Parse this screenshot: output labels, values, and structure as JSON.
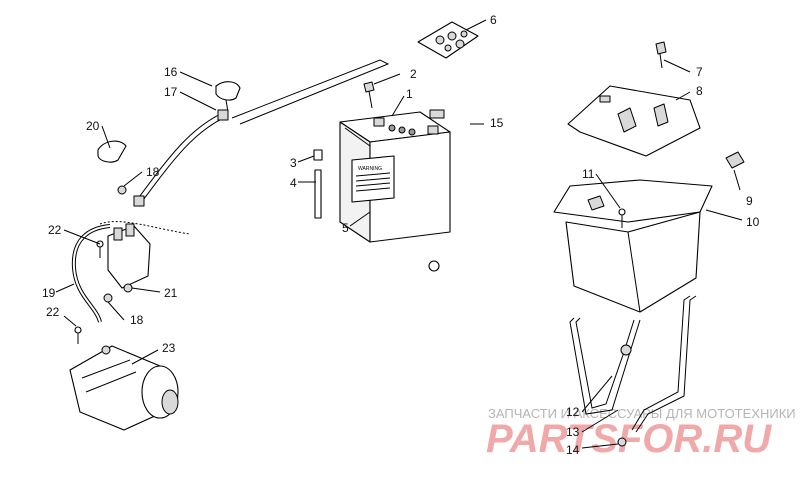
{
  "callouts": {
    "c1": "1",
    "c2": "2",
    "c3": "3",
    "c4": "4",
    "c5": "5",
    "c6": "6",
    "c7": "7",
    "c8": "8",
    "c9": "9",
    "c10": "10",
    "c11": "11",
    "c12": "12",
    "c13": "13",
    "c14": "14",
    "c15": "15",
    "c16": "16",
    "c17": "17",
    "c18a": "18",
    "c18b": "18",
    "c19": "19",
    "c20": "20",
    "c21": "21",
    "c22a": "22",
    "c22b": "22",
    "c23": "23"
  },
  "battery_label": "WARNING",
  "watermark": {
    "line1": "ЗАПЧАСТИ И АКСЕССУАРЫ ДЛЯ МОТОТЕХНИКИ",
    "line2": "PARTSFOR.RU"
  }
}
